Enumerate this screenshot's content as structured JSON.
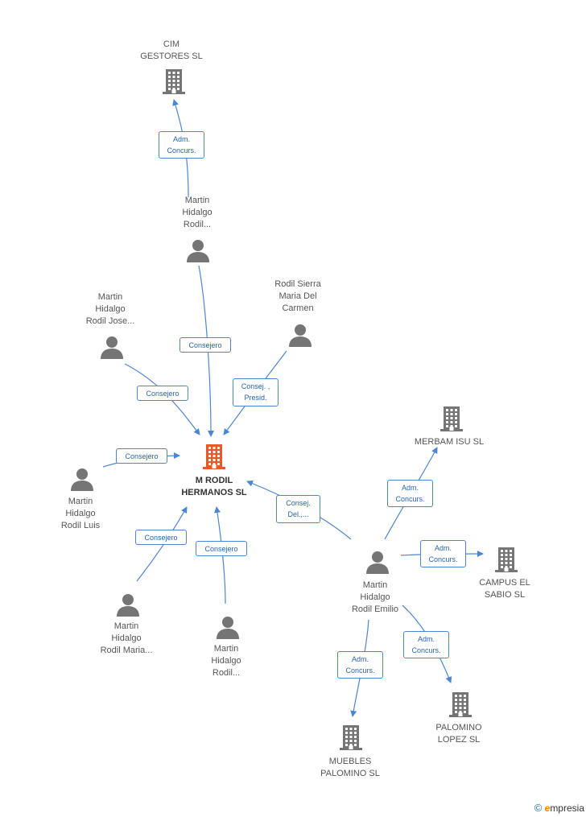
{
  "colors": {
    "edge": "#4a86d8",
    "node_icon": "#757575",
    "main_icon": "#e8582c"
  },
  "nodes": {
    "cim": {
      "label": "CIM\nGESTORES SL",
      "type": "company"
    },
    "martin_1": {
      "label": "Martin\nHidalgo\nRodil...",
      "type": "person"
    },
    "rodil_sierra": {
      "label": "Rodil Sierra\nMaria Del\nCarmen",
      "type": "person"
    },
    "martin_jose": {
      "label": "Martin\nHidalgo\nRodil Jose...",
      "type": "person"
    },
    "main": {
      "label": "M RODIL\nHERMANOS SL",
      "type": "main-company"
    },
    "martin_luis": {
      "label": "Martin\nHidalgo\nRodil Luis",
      "type": "person"
    },
    "martin_maria": {
      "label": "Martin\nHidalgo\nRodil Maria...",
      "type": "person"
    },
    "martin_2": {
      "label": "Martin\nHidalgo\nRodil...",
      "type": "person"
    },
    "martin_emilio": {
      "label": "Martin\nHidalgo\nRodil Emilio",
      "type": "person"
    },
    "merbam": {
      "label": "MERBAM ISU SL",
      "type": "company"
    },
    "campus": {
      "label": "CAMPUS EL\nSABIO SL",
      "type": "company"
    },
    "palomino_lopez": {
      "label": "PALOMINO\nLOPEZ  SL",
      "type": "company"
    },
    "muebles": {
      "label": "MUEBLES\nPALOMINO SL",
      "type": "company"
    }
  },
  "edges": {
    "e1": {
      "label": "Adm.\nConcurs."
    },
    "e2": {
      "label": "Consejero"
    },
    "e3": {
      "label": "Consejero"
    },
    "e4": {
      "label": "Consej. ,\nPresid."
    },
    "e5": {
      "label": "Consejero"
    },
    "e6": {
      "label": "Consejero"
    },
    "e7": {
      "label": "Consejero"
    },
    "e8": {
      "label": "Consej.\nDel.,..."
    },
    "e9": {
      "label": "Adm.\nConcurs."
    },
    "e10": {
      "label": "Adm.\nConcurs."
    },
    "e11": {
      "label": "Adm.\nConcurs."
    },
    "e12": {
      "label": "Adm.\nConcurs."
    }
  },
  "footer": {
    "copyright": "©",
    "brand_e": "e",
    "brand_rest": "mpresia"
  }
}
